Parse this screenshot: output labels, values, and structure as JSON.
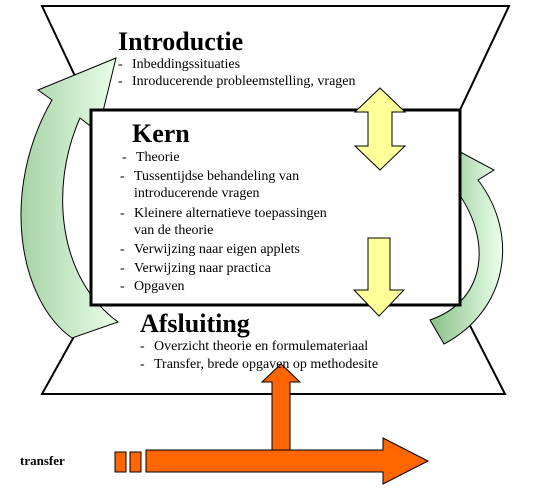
{
  "introductie": {
    "title": "Introductie",
    "items": [
      "Inbeddingssituaties",
      "Inroducerende probleemstelling, vragen"
    ]
  },
  "kern": {
    "title": "Kern",
    "items": [
      "Theorie",
      "Tussentijdse behandeling van",
      "introducerende vragen",
      "Kleinere alternatieve toepassingen",
      "van de theorie",
      "Verwijzing naar eigen applets",
      "Verwijzing naar practica",
      "Opgaven"
    ]
  },
  "afsluiting": {
    "title": "Afsluiting",
    "items": [
      "Overzicht theorie en formulemateriaal",
      "Transfer, brede opgaven op methodesite"
    ]
  },
  "transfer": {
    "label": "transfer"
  },
  "colors": {
    "green_arrow": "#ccffcc",
    "green_arrow_dark": "#88bb88",
    "yellow_arrow": "#ffff99",
    "orange_arrow": "#ff6600",
    "outline": "#000000"
  }
}
